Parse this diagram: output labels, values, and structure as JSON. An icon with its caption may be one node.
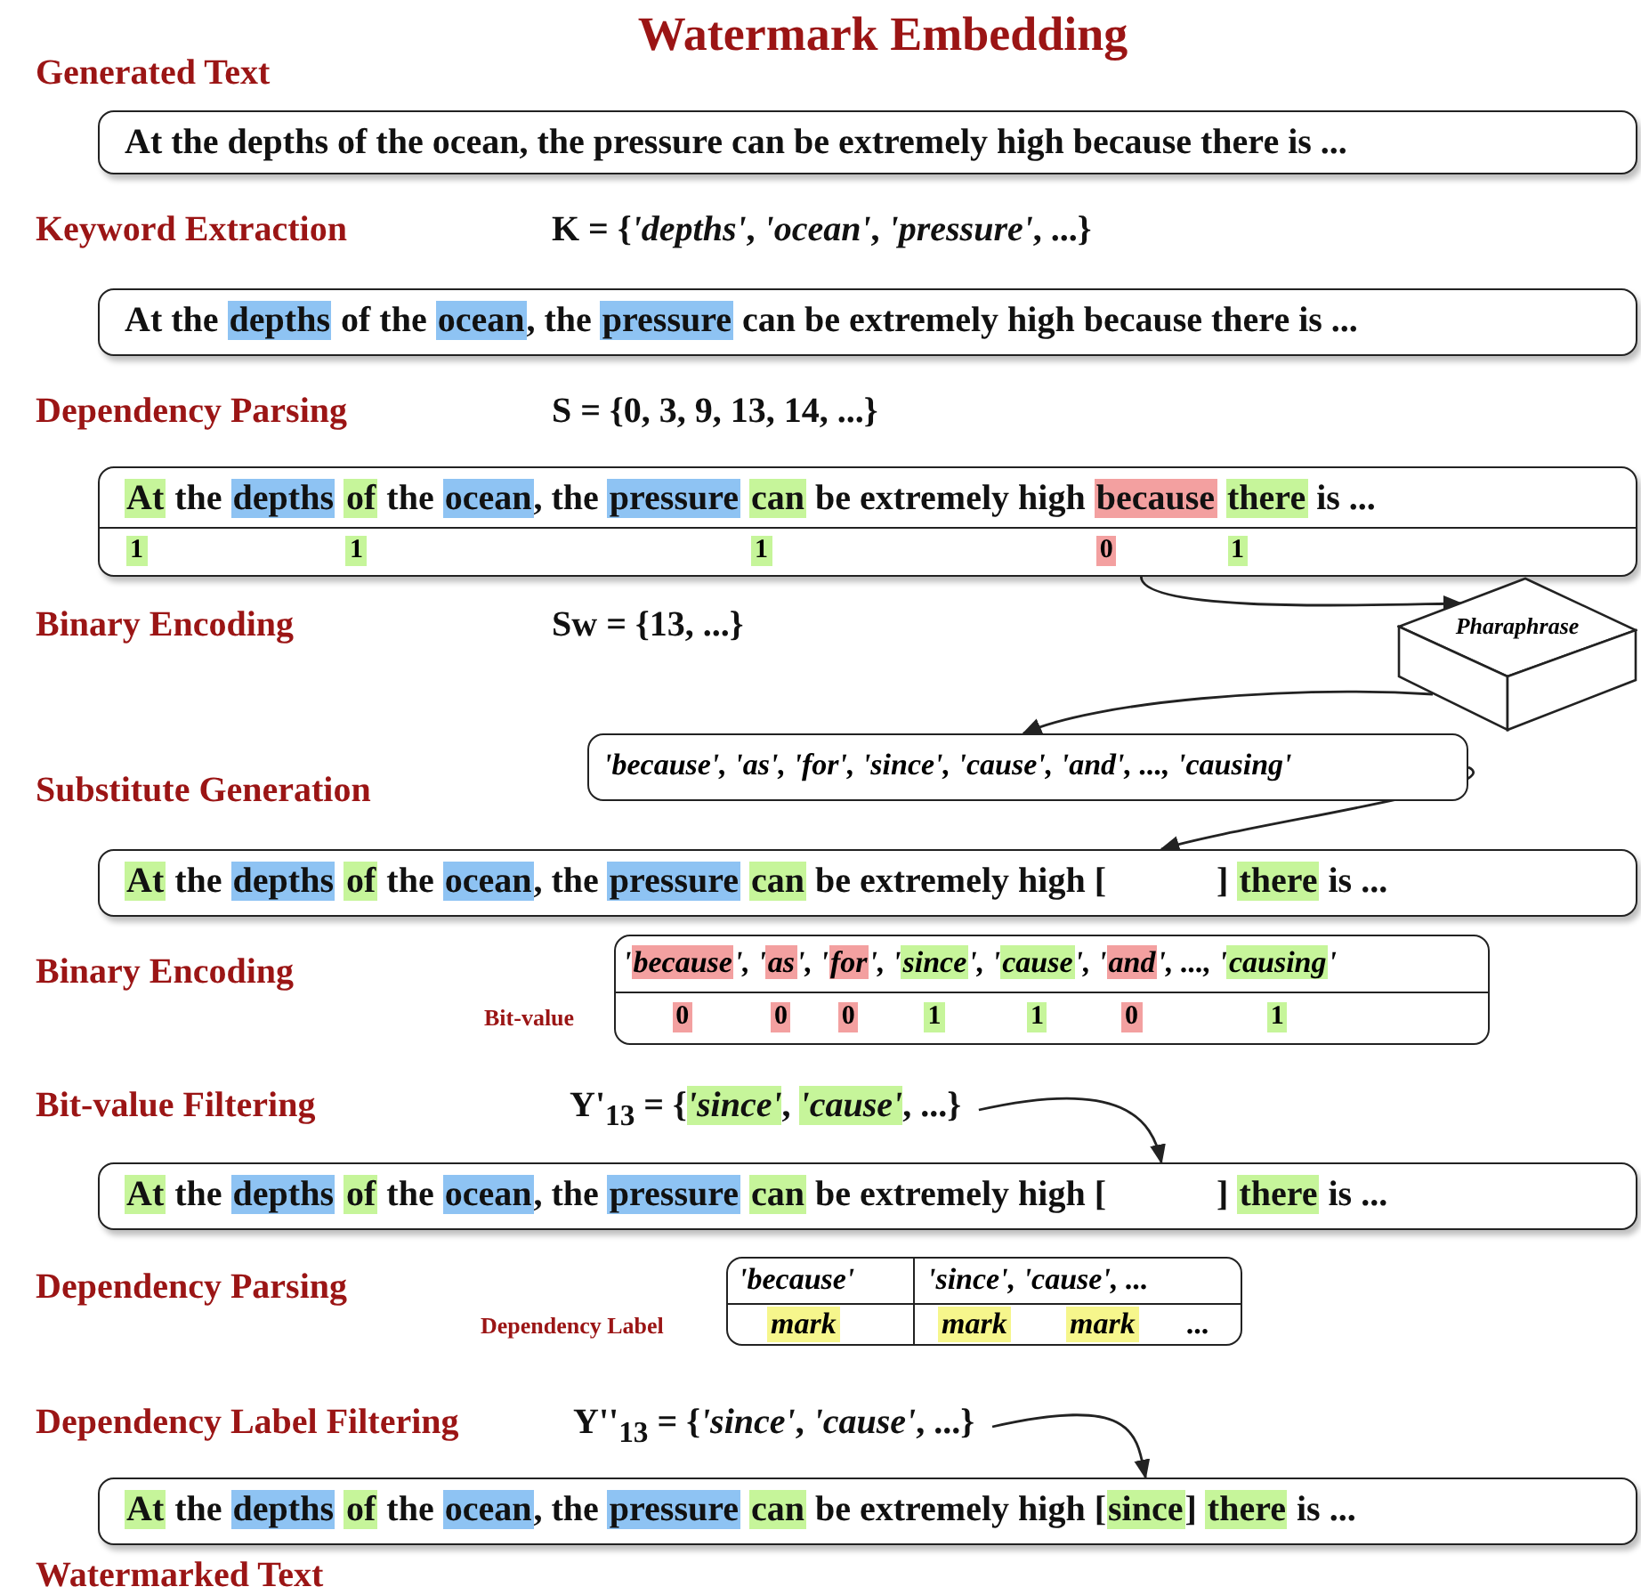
{
  "diagram": {
    "title": "Watermark Embedding",
    "nodes": [
      {
        "text": [
          "At the depths of the ocean, the pressure can be extremely high because there is ..."
        ]
      },
      {
        "text": [
          "At the depths of the ocean, the pressure can be extremely high because there is ..."
        ]
      },
      {
        "text": [
          "At the depths of the ocean, the pressure can be extremely high because there is ...",
          "1",
          "1",
          "1",
          "0",
          "1"
        ]
      },
      {
        "text": [
          "Pharaphrase"
        ]
      },
      {
        "text": [
          "'because', 'as', 'for', 'since', 'cause', 'and', ..., 'causing'"
        ]
      },
      {
        "text": [
          "At the depths of the ocean, the pressure can be extremely high [ ] there is ..."
        ]
      },
      {
        "text": [
          "'because', 'as', 'for', 'since', 'cause', 'and', ..., 'causing'",
          "0",
          "0",
          "0",
          "1",
          "1",
          "0",
          "1"
        ],
        "beside": [
          "Bit-value"
        ]
      },
      {
        "text": [
          "Y'$_{13}$ = {*'since'*, *'cause'*, ...}"
        ]
      },
      {
        "text": [
          "At the depths of the ocean, the pressure can be extremely high [ ] there is ..."
        ]
      },
      {
        "text": [
          "'because'",
          "'since', 'cause', ...",
          "mark",
          "mark",
          "mark",
          "..."
        ],
        "beside": [
          "Dependency Label"
        ]
      },
      {
        "text": [
          "Y''$_{13}$ = {*'since'*, *'cause'*, ...}"
        ]
      },
      {
        "text": [
          "At the depths of the ocean, the pressure can be extremely high [since] there is ..."
        ]
      }
    ],
    "edges": [
      {
        "from": 2,
        "to": 3,
        "arrow": "to"
      },
      {
        "from": 3,
        "to": 4,
        "arrow": "to"
      },
      {
        "from": 4,
        "to": 5,
        "arrow": "to"
      },
      {
        "from": 7,
        "to": 8,
        "arrow": "to"
      },
      {
        "from": 10,
        "to": 11,
        "arrow": "to"
      }
    ],
    "labels": [
      "Generated Text",
      "Keyword Extraction",
      "K = {*'depths'*, *'ocean'*, *'pressure'*, ...}",
      "Dependency Parsing",
      "S = {0, 3, 9, 13, 14, ...}",
      "Binary Encoding",
      "Sw = {13, ...}",
      "Substitute Generation",
      "Binary Encoding",
      "Bit-value Filtering",
      "Dependency Parsing",
      "Dependency Label Filtering",
      "Watermarked Text"
    ]
  }
}
